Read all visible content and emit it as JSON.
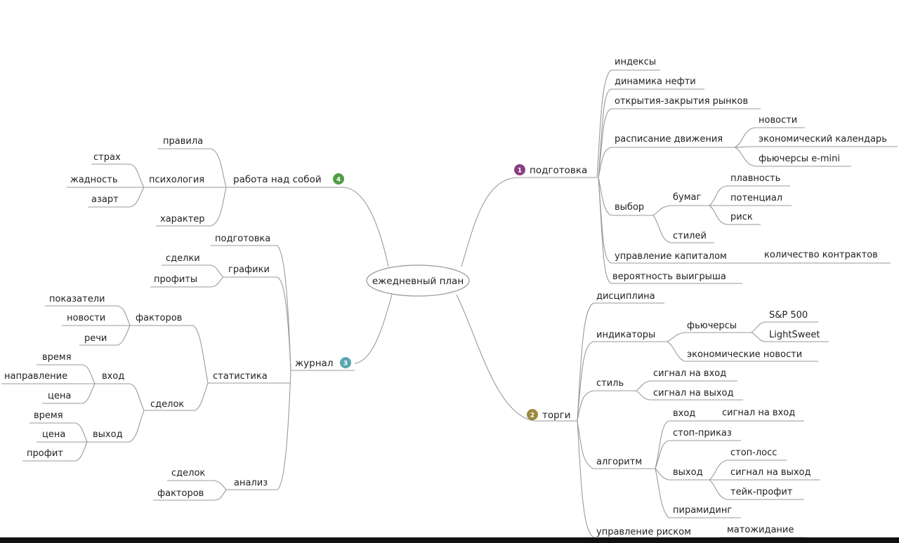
{
  "root": "ежедневный план",
  "branches": {
    "prep": {
      "label": "подготовка",
      "badge": "1",
      "color": "#8a3f82",
      "items": {
        "indices": "индексы",
        "oil": "динамика нефти",
        "markets": "открытия-закрытия рынков",
        "schedule": "расписание движения",
        "schedule_children": [
          "новости",
          "экономический календарь",
          "фьючерсы e-mini"
        ],
        "choice": "выбор",
        "papers": "бумаг",
        "papers_children": [
          "плавность",
          "потенциал",
          "риск"
        ],
        "styles": "стилей",
        "capital": "управление капиталом",
        "contracts": "количество контрактов",
        "probability": "вероятность выигрыша"
      }
    },
    "trade": {
      "label": "торги",
      "badge": "2",
      "color": "#9a8a3a",
      "items": {
        "discipline": "дисциплина",
        "indicators": "индикаторы",
        "futures": "фьючерсы",
        "futures_children": [
          "S&P 500",
          "LightSweet"
        ],
        "econ_news": "экономические новости",
        "style": "стиль",
        "style_children": [
          "сигнал на вход",
          "сигнал на выход"
        ],
        "algorithm": "алгоритм",
        "entry": "вход",
        "entry_signal": "сигнал на вход",
        "stop_order": "стоп-приказ",
        "exit": "выход",
        "exit_children": [
          "стоп-лосс",
          "сигнал на выход",
          "тейк-профит"
        ],
        "pyramiding": "пирамидинг",
        "risk": "управление риском",
        "expectation": "матожидание"
      }
    },
    "journal": {
      "label": "журнал",
      "badge": "3",
      "color": "#5aa6b0",
      "items": {
        "prep": "подготовка",
        "charts": "графики",
        "charts_children": [
          "сделки",
          "профиты"
        ],
        "stats": "статистика",
        "factors": "факторов",
        "factors_children": [
          "показатели",
          "новости",
          "речи"
        ],
        "deals": "сделок",
        "entry": "вход",
        "entry_children": [
          "время",
          "направление",
          "цена"
        ],
        "exit": "выход",
        "exit_children": [
          "время",
          "цена",
          "профит"
        ],
        "analysis": "анализ",
        "analysis_children": [
          "сделок",
          "факторов"
        ]
      }
    },
    "self": {
      "label": "работа над собой",
      "badge": "4",
      "color": "#4f9e45",
      "items": {
        "rules": "правила",
        "psychology": "психология",
        "psychology_children": [
          "страх",
          "жадность",
          "азарт"
        ],
        "character": "характер"
      }
    }
  }
}
